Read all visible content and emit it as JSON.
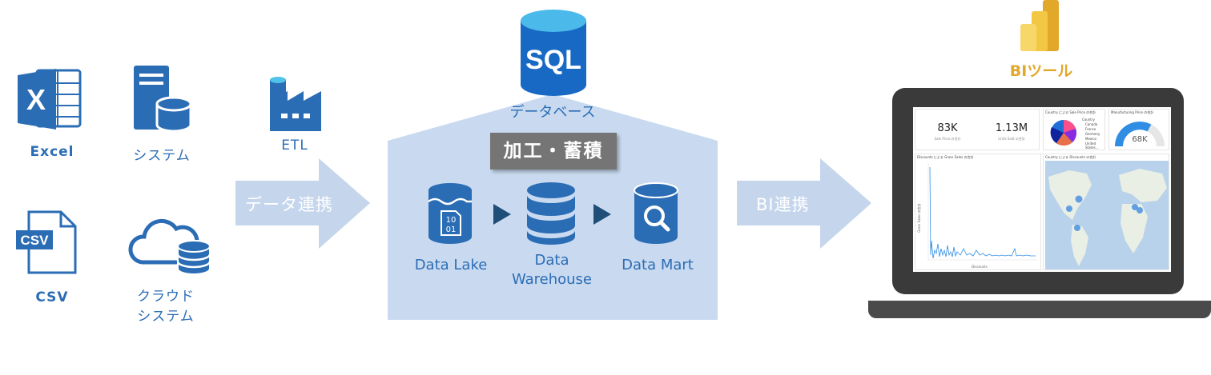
{
  "sources": {
    "excel": {
      "label": "Excel",
      "icon": "excel-icon",
      "glyph": "X"
    },
    "system": {
      "label": "システム",
      "icon": "server-icon"
    },
    "csv": {
      "label": "CSV",
      "icon": "csv-file-icon",
      "glyph": "CSV"
    },
    "cloud_system": {
      "label_line1": "クラウド",
      "label_line2": "システム",
      "icon": "cloud-database-icon"
    }
  },
  "etl": {
    "label": "ETL",
    "icon": "factory-icon"
  },
  "arrows": {
    "data_link": "データ連携",
    "bi_link": "BI連携"
  },
  "database": {
    "icon_text": "SQL",
    "label": "データベース"
  },
  "processing": {
    "label": "加工・蓄積"
  },
  "stores": {
    "lake": {
      "label": "Data Lake",
      "icon_text_1": "10",
      "icon_text_2": "01"
    },
    "warehouse": {
      "label_line1": "Data",
      "label_line2": "Warehouse"
    },
    "mart": {
      "label": "Data Mart"
    }
  },
  "bi_tool": {
    "label": "BIツール",
    "icon": "powerbi-icon"
  },
  "dashboard": {
    "kpi1": {
      "value": "83K",
      "caption": "Sale Price の合計"
    },
    "kpi2": {
      "value": "1.13M",
      "caption": "Units Sold の合計"
    },
    "pie_title": "Country による Sale Price の合計",
    "legend_title": "Country",
    "legend": [
      "Canada",
      "France",
      "Germany",
      "Mexico",
      "United States..."
    ],
    "gauge_title": "Manufacturing Price の合計",
    "gauge_value": "68K",
    "line_title": "Discounts による Gross Sales の合計",
    "line_xlabel": "Discounts",
    "line_ylabel": "Gross Sales の合計",
    "map_title": "Country による Discounts の合計"
  },
  "colors": {
    "brand_blue": "#2b6db5",
    "arrow": "#c5d6ec",
    "house": "#c9daf0",
    "processing_box": "#757575",
    "bi_gold": "#e1a82a"
  }
}
